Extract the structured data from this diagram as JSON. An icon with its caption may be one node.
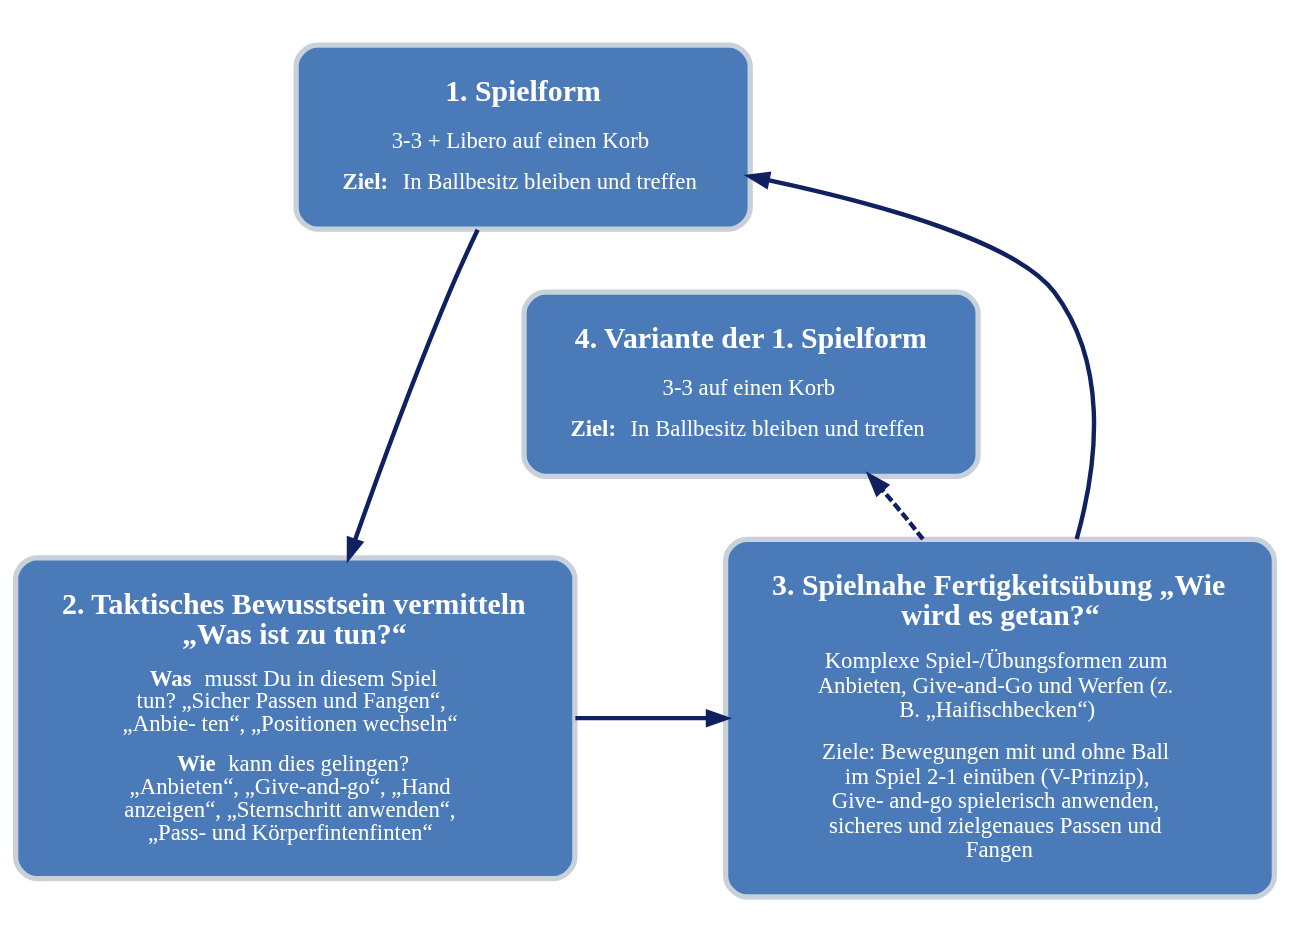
{
  "diagram": {
    "nodes": [
      {
        "text": [
          "1. Spielform",
          "3-3 + Libero auf einen Korb",
          "**Ziel:** In Ballbesitz bleiben und treffen"
        ]
      },
      {
        "text": [
          "4. Variante der 1. Spielform",
          "3-3 auf einen Korb",
          "**Ziel:** In Ballbesitz bleiben und treffen"
        ]
      },
      {
        "text": [
          "2. Taktisches Bewusstsein vermitteln „Was ist zu tun?“",
          "**Was** musst Du in diesem Spiel tun? „Sicher Passen und Fangen“, „Anbie- ten“, „Positionen wechseln“",
          "**Wie** kann dies gelingen? „Anbieten“, „Give-and-go“, „Hand anzeigen“, „Sternschritt anwenden“, „Pass- und Körperfintenfinten“"
        ]
      },
      {
        "text": [
          "3. Spielnahe Fertigkeitsübung „Wie wird es getan?“",
          "Komplexe Spiel-/Übungsformen zum Anbieten, Give-and-Go und Werfen (z. B. „Haifischbecken“)",
          "Ziele: Bewegungen mit und ohne Ball im Spiel 2-1 einüben (V-Prinzip), Give- and-go spielerisch anwenden, sicheres und zielgenaues Passen und Fangen"
        ]
      }
    ],
    "edges": [
      {
        "from": 0,
        "to": 2,
        "arrow": "to"
      },
      {
        "from": 2,
        "to": 3,
        "arrow": "to"
      },
      {
        "from": 3,
        "to": 0,
        "arrow": "to"
      },
      {
        "from": 3,
        "to": 1,
        "arrow": "to",
        "style": "dashed"
      }
    ]
  }
}
